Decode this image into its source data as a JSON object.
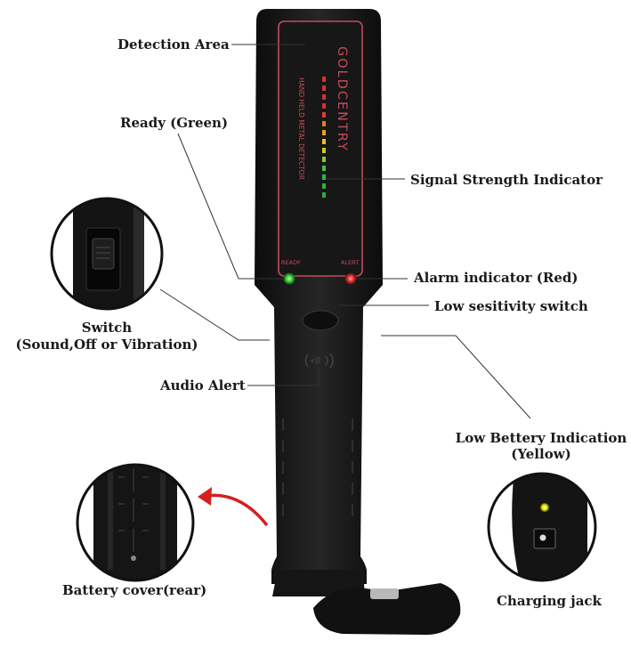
{
  "device": {
    "brand": "GOLDCENTRY",
    "model_text": "HAND HELD METAL DETECTOR",
    "ready_text": "READY",
    "alert_text": "ALERT"
  },
  "labels": {
    "detection_area": "Detection Area",
    "ready_green": "Ready (Green)",
    "signal_strength": "Signal Strength Indicator",
    "switch_line1": "Switch",
    "switch_line2": "(Sound,Off or Vibration)",
    "alarm_indicator": "Alarm indicator (Red)",
    "low_sensitivity": "Low sesitivity switch",
    "audio_alert": "Audio Alert",
    "low_battery_line1": "Low Bettery Indication",
    "low_battery_line2": "(Yellow)",
    "battery_cover": "Battery cover(rear)",
    "charging_jack": "Charging jack"
  },
  "colors": {
    "ready_led": "#3fd13f",
    "alarm_led": "#e83030",
    "battery_led": "#e8f000",
    "device_body": "#1b1b1b",
    "panel_border": "#c44a5a",
    "arrow": "#d42020"
  }
}
